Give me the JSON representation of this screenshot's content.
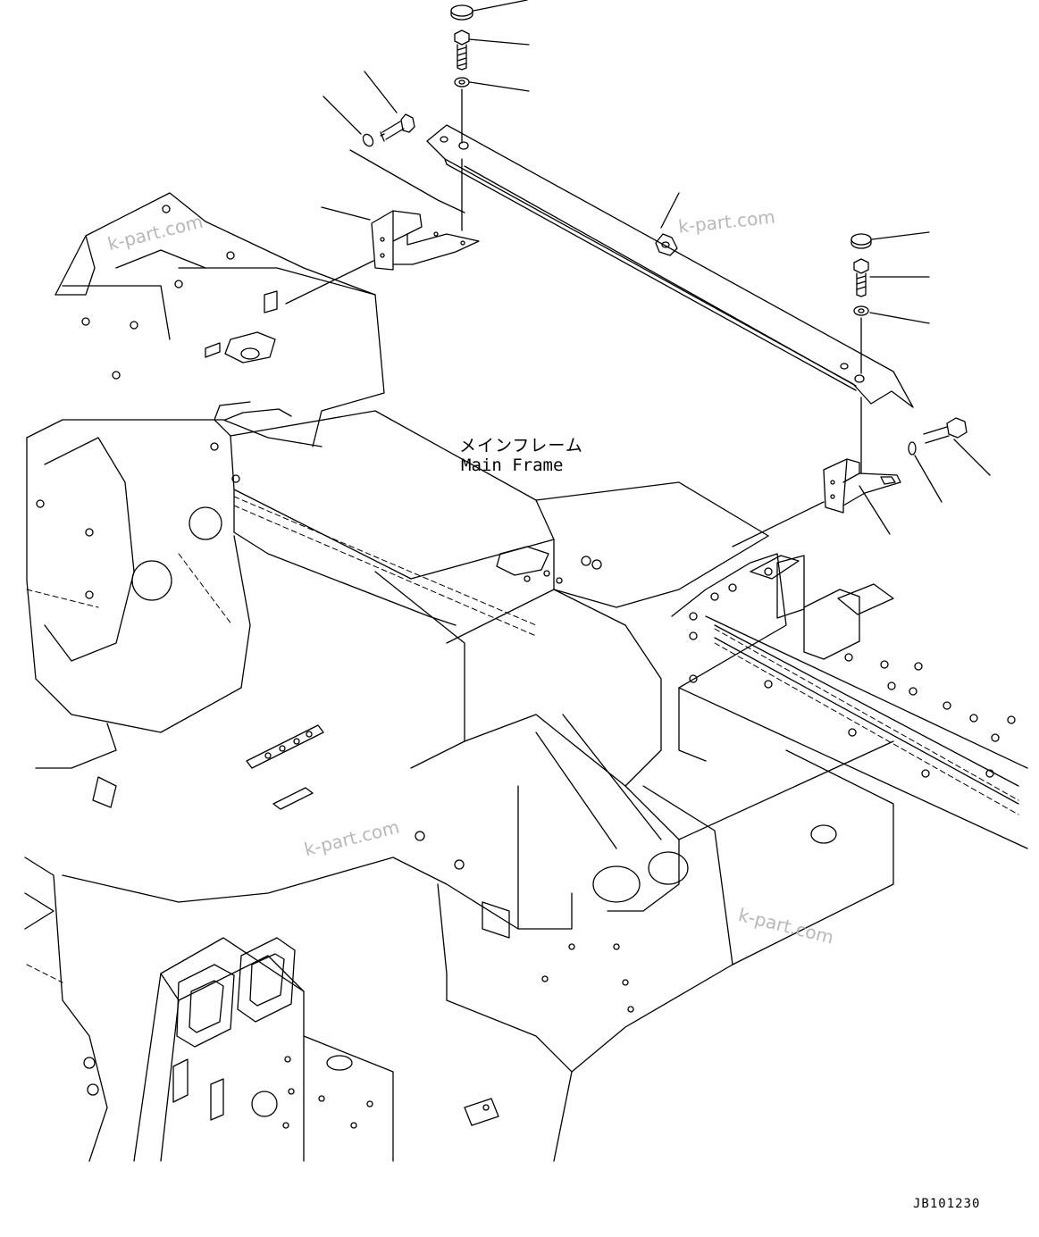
{
  "labels": {
    "frame_jp": "メインフレーム",
    "frame_en": "Main Frame"
  },
  "watermarks": [
    "k-part.com",
    "k-part.com",
    "k-part.com",
    "k-part.com"
  ],
  "drawing_id": "JB101230",
  "colors": {
    "line": "#000000",
    "background": "#ffffff",
    "watermark": "#b8b8b8"
  }
}
